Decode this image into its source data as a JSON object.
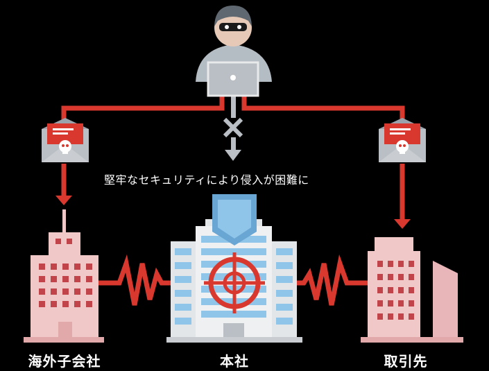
{
  "caption": "堅牢なセキュリティにより侵入が困難に",
  "labels": {
    "left": "海外子会社",
    "center": "本社",
    "right": "取引先"
  },
  "colors": {
    "background": "#000000",
    "attack_line": "#d9382e",
    "building_pink": "#f0c8c8",
    "building_window": "#c0444a",
    "hq_glass": "#8ec5e8",
    "shield": "#6aa6d3",
    "hacker_body": "#b4bcc4",
    "envelope": "#b9bfc4"
  },
  "icons": {
    "hacker": "hacker-icon",
    "envelope_left": "malicious-mail-icon",
    "envelope_right": "malicious-mail-icon",
    "blocked": "x-blocked-icon",
    "shield": "shield-icon",
    "target": "crosshair-target-icon"
  }
}
